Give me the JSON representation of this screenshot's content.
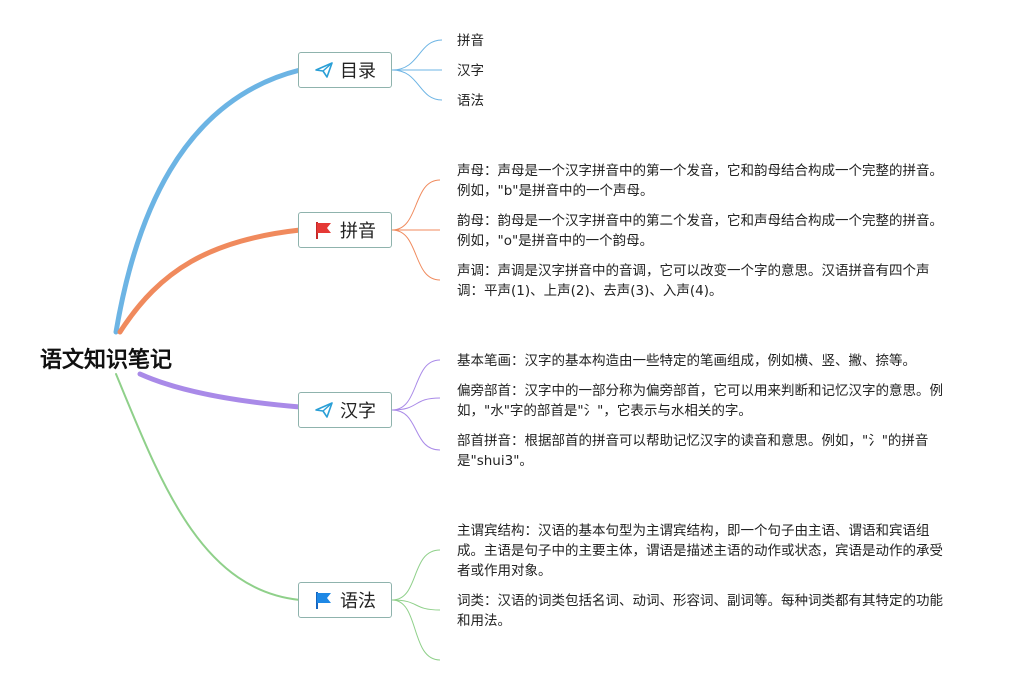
{
  "title": "语文知识笔记",
  "colors": {
    "mulu": "#6cb4e4",
    "pinyin": "#f08a5d",
    "hanzi": "#a98ae8",
    "yufa": "#8fd08a",
    "node_border": "#8fb3ad"
  },
  "branches": [
    {
      "label": "目录",
      "icon": "paper-plane-icon",
      "items": [
        "拼音",
        "汉字",
        "语法"
      ]
    },
    {
      "label": "拼音",
      "icon": "red-flag-icon",
      "items": [
        "声母：声母是一个汉字拼音中的第一个发音，它和韵母结合构成一个完整的拼音。例如，\"b\"是拼音中的一个声母。",
        "韵母：韵母是一个汉字拼音中的第二个发音，它和声母结合构成一个完整的拼音。例如，\"o\"是拼音中的一个韵母。",
        "声调：声调是汉字拼音中的音调，它可以改变一个字的意思。汉语拼音有四个声调：平声(1)、上声(2)、去声(3)、入声(4)。"
      ]
    },
    {
      "label": "汉字",
      "icon": "paper-plane-icon",
      "items": [
        "基本笔画：汉字的基本构造由一些特定的笔画组成，例如横、竖、撇、捺等。",
        "偏旁部首：汉字中的一部分称为偏旁部首，它可以用来判断和记忆汉字的意思。例如，\"水\"字的部首是\"氵\"，它表示与水相关的字。",
        "部首拼音：根据部首的拼音可以帮助记忆汉字的读音和意思。例如，\"氵\"的拼音是\"shui3\"。"
      ]
    },
    {
      "label": "语法",
      "icon": "blue-flag-icon",
      "items": [
        "主谓宾结构：汉语的基本句型为主谓宾结构，即一个句子由主语、谓语和宾语组成。主语是句子中的主要主体，谓语是描述主语的动作或状态，宾语是动作的承受者或作用对象。",
        "词类：汉语的词类包括名词、动词、形容词、副词等。每种词类都有其特定的功能和用法。"
      ]
    }
  ]
}
